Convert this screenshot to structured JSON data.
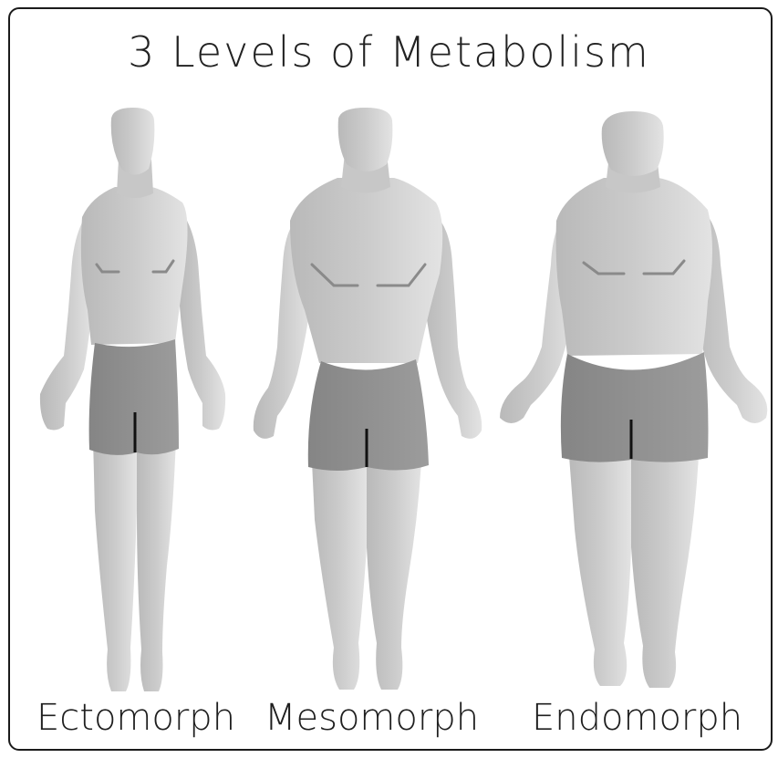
{
  "diagram": {
    "title": "3 Levels of Metabolism",
    "body_types": [
      {
        "label": "Ectomorph"
      },
      {
        "label": "Mesomorph"
      },
      {
        "label": "Endomorph"
      }
    ]
  },
  "colors": {
    "frame_border": "#1b1b1b",
    "skin_light": "#dcdcdc",
    "skin_mid": "#c4c4c4",
    "shorts": "#8f8f8f",
    "shorts_dark": "#7b7b7b",
    "chest_line": "#8a8a8a",
    "text": "#222222"
  },
  "icons": {
    "figure_ectomorph": "slim-body-silhouette-icon",
    "figure_mesomorph": "muscular-body-silhouette-icon",
    "figure_endomorph": "heavy-body-silhouette-icon"
  }
}
